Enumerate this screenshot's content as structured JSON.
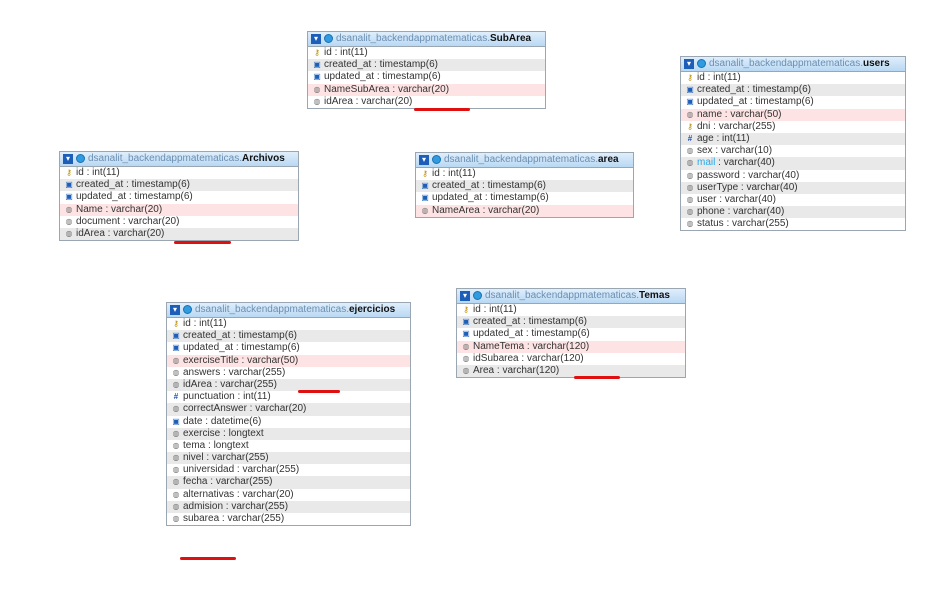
{
  "tables": [
    {
      "id": "subarea",
      "db": "dsanalit_backendappmatematicas",
      "name": "SubArea",
      "cols": [
        {
          "n": "id",
          "t": "int(11)",
          "i": "key"
        },
        {
          "n": "created_at",
          "t": "timestamp(6)",
          "i": "time"
        },
        {
          "n": "updated_at",
          "t": "timestamp(6)",
          "i": "time"
        },
        {
          "n": "NameSubArea",
          "t": "varchar(20)",
          "i": "text",
          "hl": "pink"
        },
        {
          "n": "idArea",
          "t": "varchar(20)",
          "i": "text"
        }
      ]
    },
    {
      "id": "users",
      "db": "dsanalit_backendappmatematicas",
      "name": "users",
      "cols": [
        {
          "n": "id",
          "t": "int(11)",
          "i": "key"
        },
        {
          "n": "created_at",
          "t": "timestamp(6)",
          "i": "time"
        },
        {
          "n": "updated_at",
          "t": "timestamp(6)",
          "i": "time"
        },
        {
          "n": "name",
          "t": "varchar(50)",
          "i": "text",
          "hl": "pink"
        },
        {
          "n": "dni",
          "t": "varchar(255)",
          "i": "key"
        },
        {
          "n": "age",
          "t": "int(11)",
          "i": "num"
        },
        {
          "n": "sex",
          "t": "varchar(10)",
          "i": "text"
        },
        {
          "n": "mail",
          "t": "varchar(40)",
          "i": "text",
          "blue": true
        },
        {
          "n": "password",
          "t": "varchar(40)",
          "i": "text"
        },
        {
          "n": "userType",
          "t": "varchar(40)",
          "i": "text"
        },
        {
          "n": "user",
          "t": "varchar(40)",
          "i": "text"
        },
        {
          "n": "phone",
          "t": "varchar(40)",
          "i": "text"
        },
        {
          "n": "status",
          "t": "varchar(255)",
          "i": "text"
        }
      ]
    },
    {
      "id": "archivos",
      "db": "dsanalit_backendappmatematicas",
      "name": "Archivos",
      "cols": [
        {
          "n": "id",
          "t": "int(11)",
          "i": "key"
        },
        {
          "n": "created_at",
          "t": "timestamp(6)",
          "i": "time"
        },
        {
          "n": "updated_at",
          "t": "timestamp(6)",
          "i": "time"
        },
        {
          "n": "Name",
          "t": "varchar(20)",
          "i": "text",
          "hl": "pink"
        },
        {
          "n": "document",
          "t": "varchar(20)",
          "i": "text"
        },
        {
          "n": "idArea",
          "t": "varchar(20)",
          "i": "text"
        }
      ]
    },
    {
      "id": "area",
      "db": "dsanalit_backendappmatematicas",
      "name": "area",
      "cols": [
        {
          "n": "id",
          "t": "int(11)",
          "i": "key"
        },
        {
          "n": "created_at",
          "t": "timestamp(6)",
          "i": "time"
        },
        {
          "n": "updated_at",
          "t": "timestamp(6)",
          "i": "time"
        },
        {
          "n": "NameArea",
          "t": "varchar(20)",
          "i": "text",
          "hl": "pink"
        }
      ]
    },
    {
      "id": "ejercicios",
      "db": "dsanalit_backendappmatematicas",
      "name": "ejercicios",
      "cols": [
        {
          "n": "id",
          "t": "int(11)",
          "i": "key"
        },
        {
          "n": "created_at",
          "t": "timestamp(6)",
          "i": "time"
        },
        {
          "n": "updated_at",
          "t": "timestamp(6)",
          "i": "time"
        },
        {
          "n": "exerciseTitle",
          "t": "varchar(50)",
          "i": "text",
          "hl": "pink"
        },
        {
          "n": "answers",
          "t": "varchar(255)",
          "i": "text"
        },
        {
          "n": "idArea",
          "t": "varchar(255)",
          "i": "text"
        },
        {
          "n": "punctuation",
          "t": "int(11)",
          "i": "num"
        },
        {
          "n": "correctAnswer",
          "t": "varchar(20)",
          "i": "text"
        },
        {
          "n": "date",
          "t": "datetime(6)",
          "i": "time"
        },
        {
          "n": "exercise",
          "t": "longtext",
          "i": "text"
        },
        {
          "n": "tema",
          "t": "longtext",
          "i": "text"
        },
        {
          "n": "nivel",
          "t": "varchar(255)",
          "i": "text"
        },
        {
          "n": "universidad",
          "t": "varchar(255)",
          "i": "text"
        },
        {
          "n": "fecha",
          "t": "varchar(255)",
          "i": "text"
        },
        {
          "n": "alternativas",
          "t": "varchar(20)",
          "i": "text"
        },
        {
          "n": "admision",
          "t": "varchar(255)",
          "i": "text"
        },
        {
          "n": "subarea",
          "t": "varchar(255)",
          "i": "text"
        }
      ]
    },
    {
      "id": "temas",
      "db": "dsanalit_backendappmatematicas",
      "name": "Temas",
      "cols": [
        {
          "n": "id",
          "t": "int(11)",
          "i": "key"
        },
        {
          "n": "created_at",
          "t": "timestamp(6)",
          "i": "time"
        },
        {
          "n": "updated_at",
          "t": "timestamp(6)",
          "i": "time"
        },
        {
          "n": "NameTema",
          "t": "varchar(120)",
          "i": "text",
          "hl": "pink"
        },
        {
          "n": "idSubarea",
          "t": "varchar(120)",
          "i": "text"
        },
        {
          "n": "Area",
          "t": "varchar(120)",
          "i": "text"
        }
      ]
    }
  ],
  "icons": {
    "key": "key-icon",
    "time": "timestamp-icon",
    "num": "number-icon",
    "text": "text-icon",
    "toggle": "toggle-icon",
    "gear": "gear-icon"
  },
  "colors": {
    "highlight_row": "#fde3e3",
    "alt_row": "#e9e9e9",
    "annotation": "#e01010",
    "header": "#b9d8f3"
  }
}
